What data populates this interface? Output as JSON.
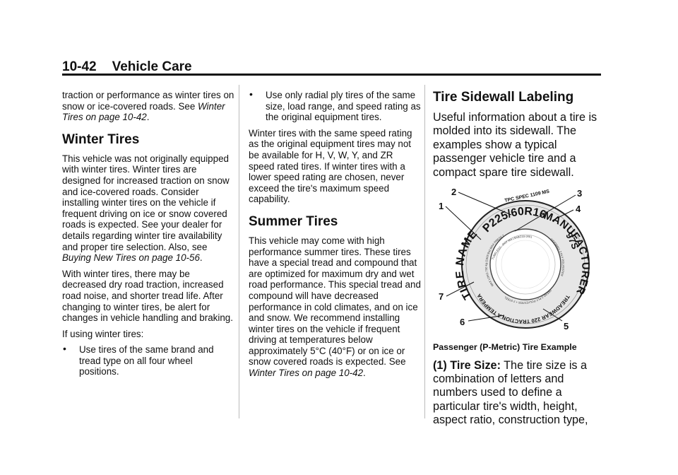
{
  "header": {
    "page_number": "10-42",
    "section": "Vehicle Care"
  },
  "col1": {
    "intro_text": "traction or performance as winter tires on snow or ice-covered roads. See ",
    "intro_ref": "Winter Tires on page 10-42",
    "intro_end": ".",
    "heading": "Winter Tires",
    "p1_text": "This vehicle was not originally equipped with winter tires. Winter tires are designed for increased traction on snow and ice-covered roads. Consider installing winter tires on the vehicle if frequent driving on ice or snow covered roads is expected. See your dealer for details regarding winter tire availability and proper tire selection. Also, see ",
    "p1_ref": "Buying New Tires on page 10-56",
    "p1_end": ".",
    "p2": "With winter tires, there may be decreased dry road traction, increased road noise, and shorter tread life. After changing to winter tires, be alert for changes in vehicle handling and braking.",
    "p3": "If using winter tires:",
    "bullet1": "Use tires of the same brand and tread type on all four wheel positions."
  },
  "col2": {
    "bullet2": "Use only radial ply tires of the same size, load range, and speed rating as the original equipment tires.",
    "p1": "Winter tires with the same speed rating as the original equipment tires may not be available for H, V, W, Y, and ZR speed rated tires. If winter tires with a lower speed rating are chosen, never exceed the tire's maximum speed capability.",
    "heading": "Summer Tires",
    "p2_text": "This vehicle may come with high performance summer tires. These tires have a special tread and compound that are optimized for maximum dry and wet road performance. This special tread and compound will have decreased performance in cold climates, and on ice and snow. We recommend installing winter tires on the vehicle if frequent driving at temperatures below approximately 5°C (40°F) or on ice or snow covered roads is expected. See ",
    "p2_ref": "Winter Tires on page 10-42",
    "p2_end": "."
  },
  "col3": {
    "heading": "Tire Sidewall Labeling",
    "intro": "Useful information about a tire is molded into its sidewall. The examples show a typical passenger vehicle tire and a compact spare tire sidewall.",
    "figure": {
      "callouts": [
        "1",
        "2",
        "3",
        "4",
        "5",
        "6",
        "7"
      ],
      "tire_name": "TIRE NAME",
      "manufacturer": "MANUFACTURER",
      "size_code": "P225/60R16",
      "load_code": "97S",
      "tpc_spec": "TPC SPEC 1109 MS",
      "uniform_grade": "TREADWEAR 220  TRACTION A  TEMPERATURE A",
      "small_text_top": "TUBELESS · DOT MA L9ABC03 0501",
      "small_text_side": "MAX LOAD 730 kg (1609 lbs)  MAX PRESS 240 kPa (35 psi)",
      "small_text_right": "SIDEWALL 2 PLY POLYESTER",
      "small_text_bottom": "TREAD 2 PLY POLYESTER + 2 STEEL"
    },
    "caption": "Passenger (P-Metric) Tire Example",
    "item_label": "(1) Tire Size",
    "item_colon": ":",
    "item_text": "  The tire size is a combination of letters and numbers used to define a particular tire's width, height, aspect ratio, construction type,"
  }
}
